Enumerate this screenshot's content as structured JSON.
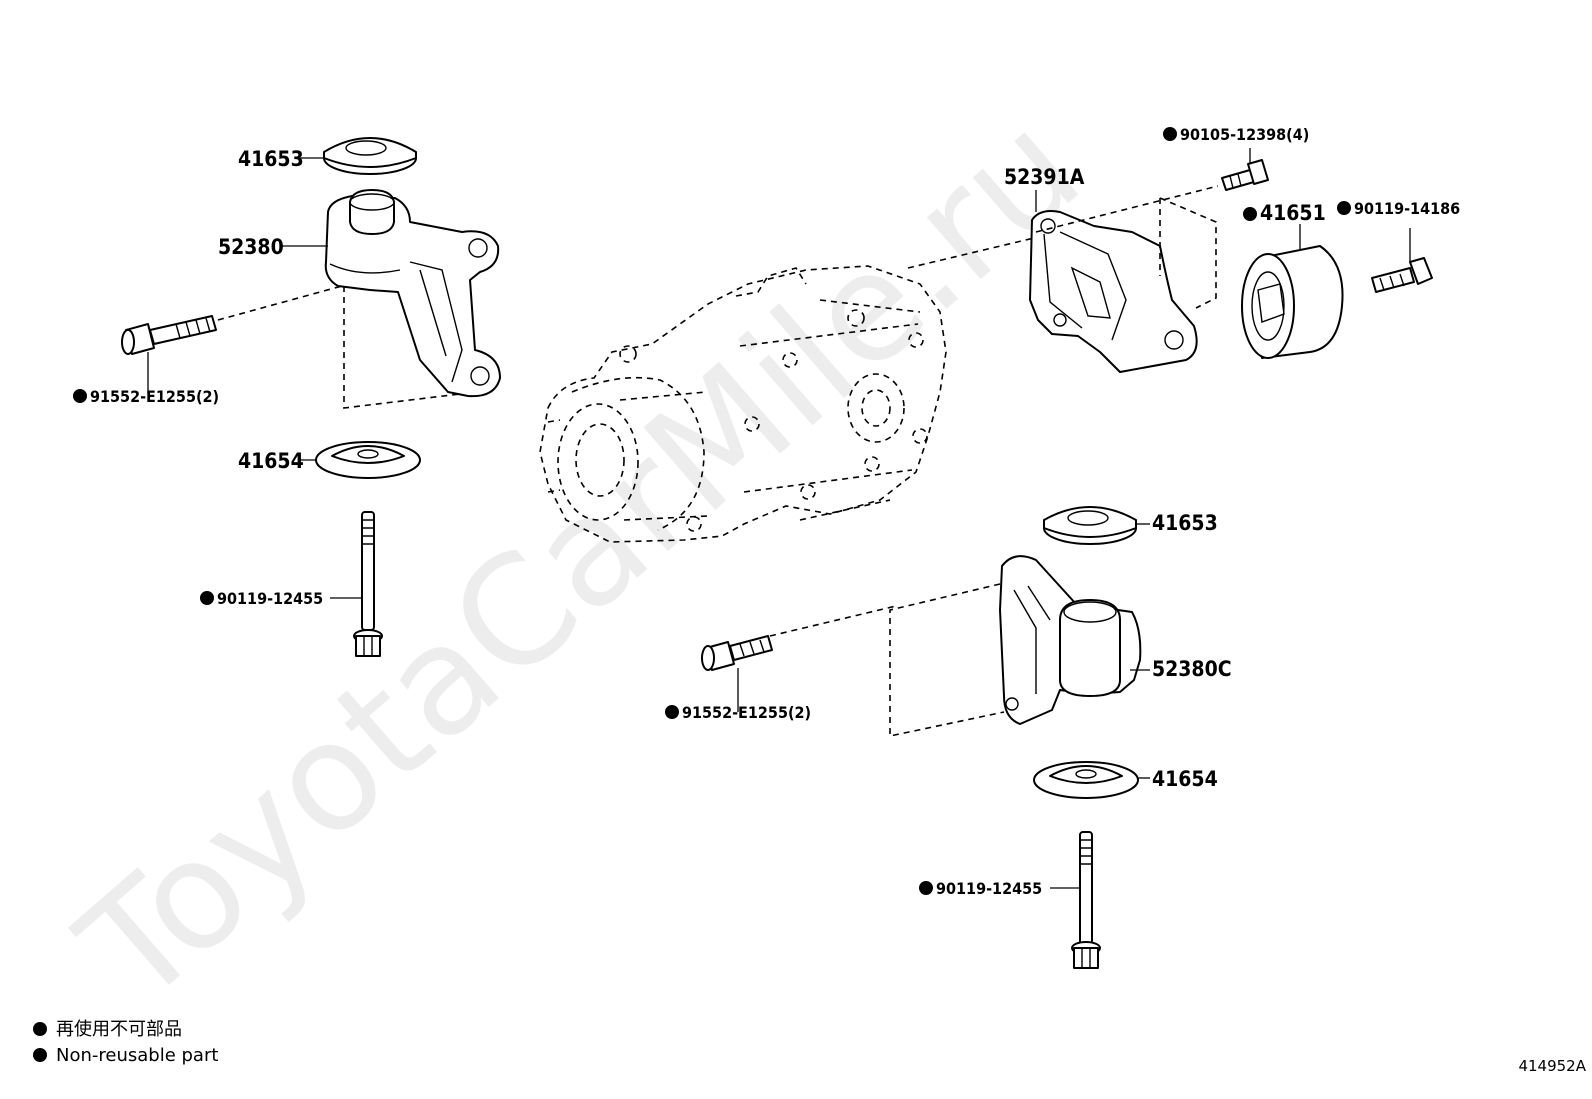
{
  "parts": {
    "p41653_top": "41653",
    "p52380": "52380",
    "p91552_top": "91552-E1255(2)",
    "p41654_left": "41654",
    "p90119_left": "90119-12455",
    "p52391A": "52391A",
    "p90105": "90105-12398(4)",
    "p41651": "41651",
    "p90119_14186": "90119-14186",
    "p41653_right": "41653",
    "p91552_mid": "91552-E1255(2)",
    "p52380C": "52380C",
    "p41654_right": "41654",
    "p90119_right": "90119-12455"
  },
  "legend": {
    "jp": "再使用不可部品",
    "en": "Non-reusable part"
  },
  "diagram_code": "414952A",
  "watermark": "ToyotaCarMile.ru"
}
